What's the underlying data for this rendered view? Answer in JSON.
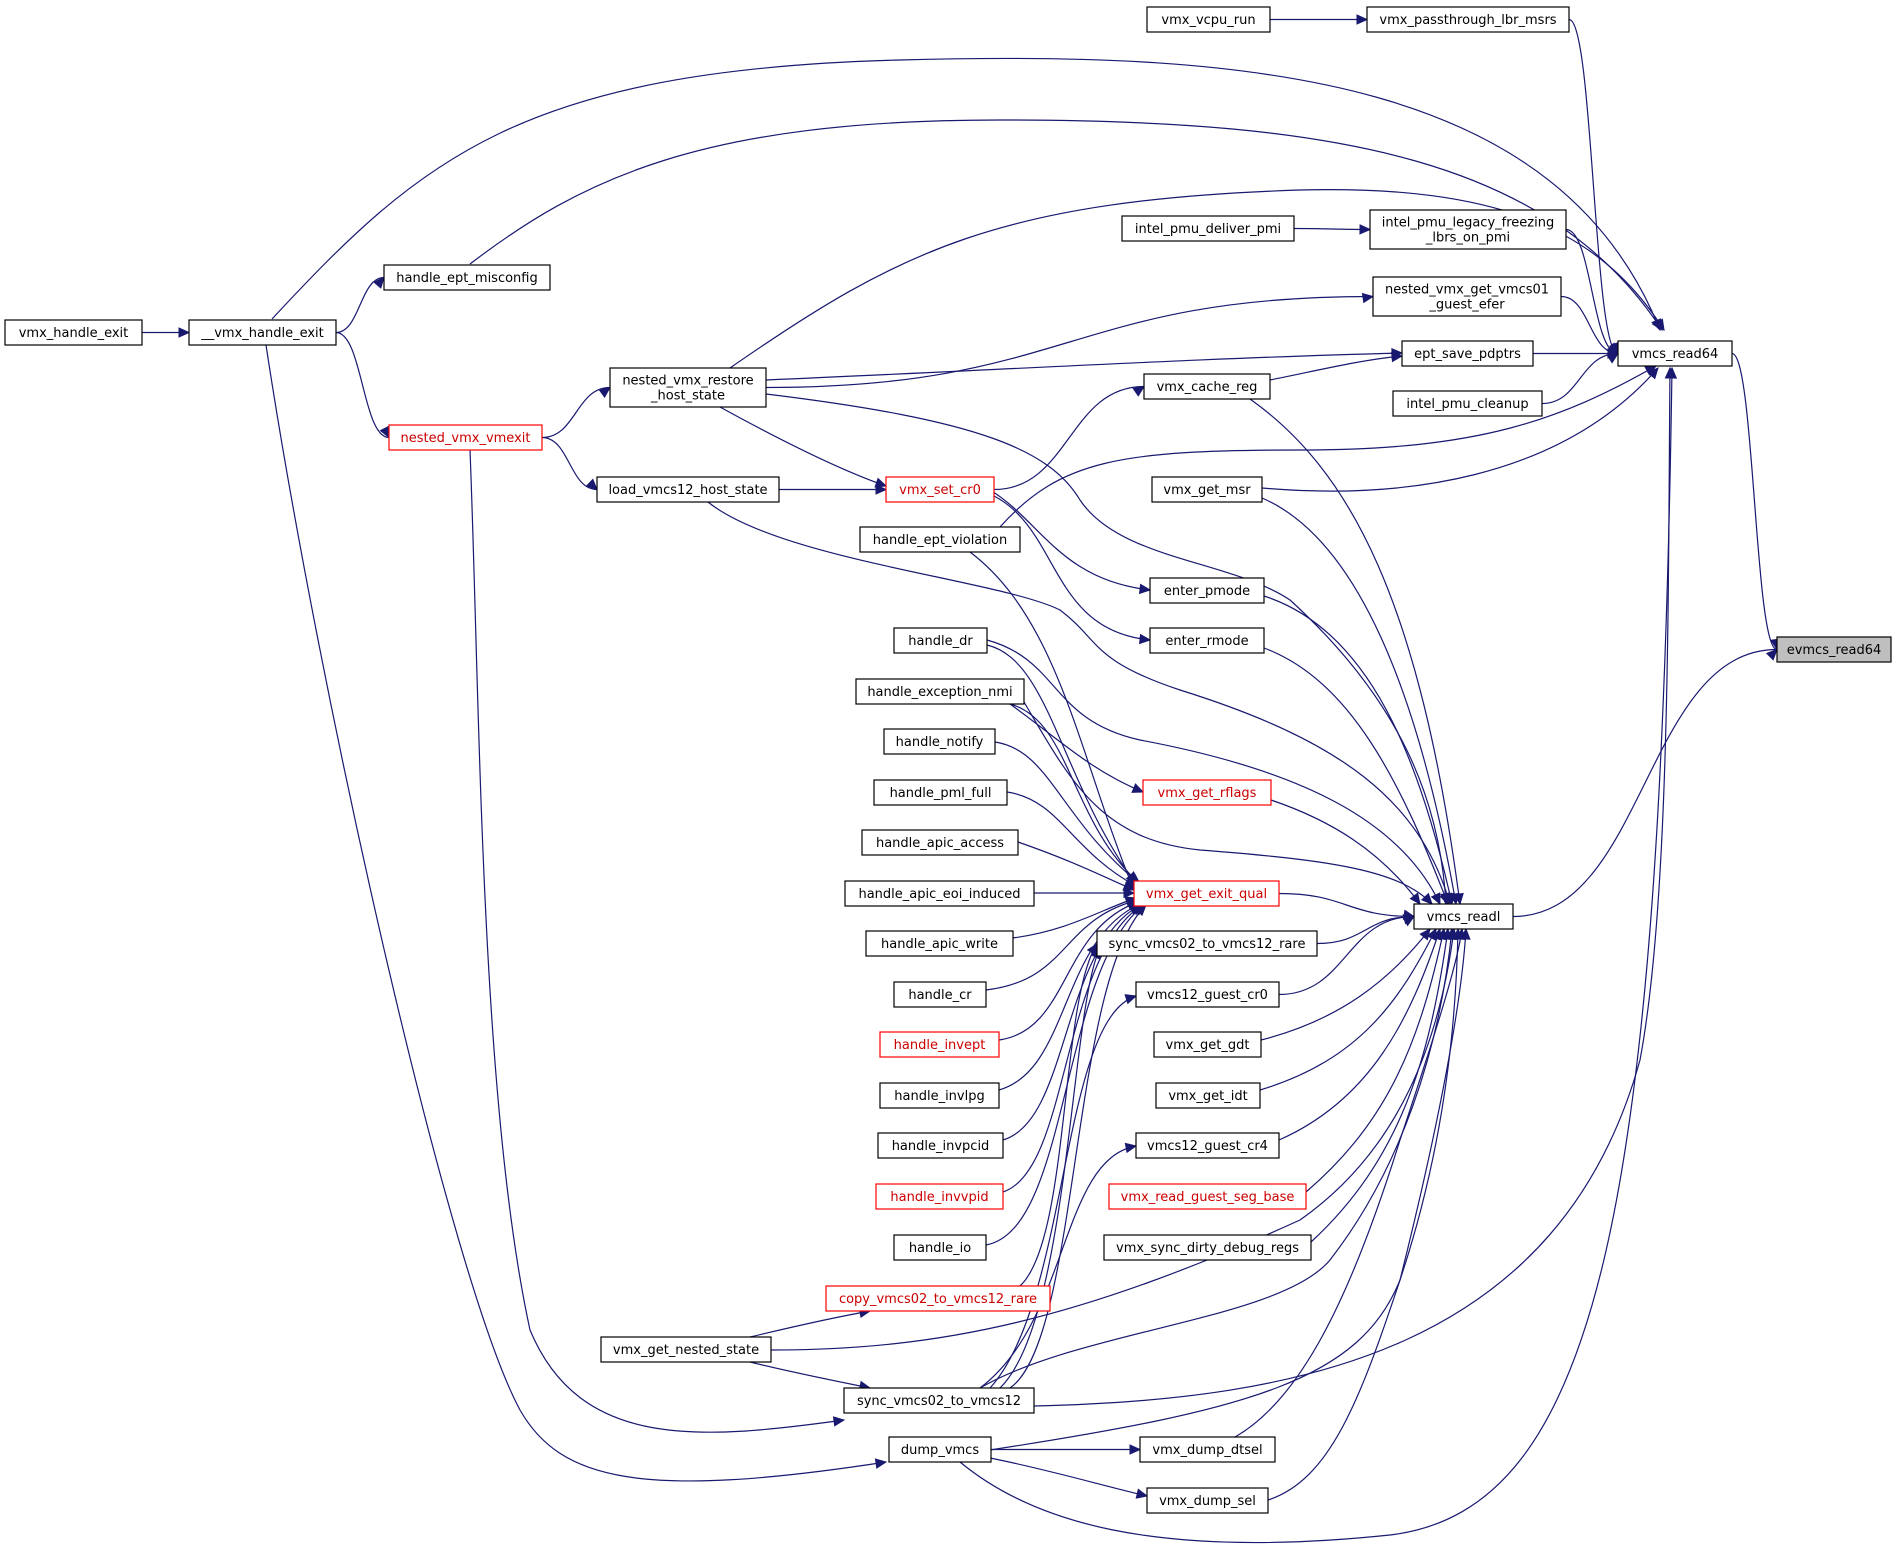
{
  "graph": {
    "colors": {
      "node_border": "#000000",
      "node_border_incomplete": "#ff0000",
      "focus_node_fill": "#bfbfbf",
      "edge": "#191970"
    },
    "nodes": [
      {
        "id": "evmcs_read64",
        "label": [
          "evmcs_read64"
        ],
        "style": "focus"
      },
      {
        "id": "vmcs_read64",
        "label": [
          "vmcs_read64"
        ],
        "style": "normal"
      },
      {
        "id": "vmcs_readl",
        "label": [
          "vmcs_readl"
        ],
        "style": "normal"
      },
      {
        "id": "vmx_passthrough_lbr_msrs",
        "label": [
          "vmx_passthrough_lbr_msrs"
        ],
        "style": "normal"
      },
      {
        "id": "vmx_vcpu_run",
        "label": [
          "vmx_vcpu_run"
        ],
        "style": "normal"
      },
      {
        "id": "intel_pmu_legacy_freezing_lbrs_on_pmi",
        "label": [
          "intel_pmu_legacy_freezing",
          "_lbrs_on_pmi"
        ],
        "style": "normal"
      },
      {
        "id": "intel_pmu_deliver_pmi",
        "label": [
          "intel_pmu_deliver_pmi"
        ],
        "style": "normal"
      },
      {
        "id": "nested_vmx_get_vmcs01_guest_efer",
        "label": [
          "nested_vmx_get_vmcs01",
          "_guest_efer"
        ],
        "style": "normal"
      },
      {
        "id": "ept_save_pdptrs",
        "label": [
          "ept_save_pdptrs"
        ],
        "style": "normal"
      },
      {
        "id": "intel_pmu_cleanup",
        "label": [
          "intel_pmu_cleanup"
        ],
        "style": "normal"
      },
      {
        "id": "vmx_cache_reg",
        "label": [
          "vmx_cache_reg"
        ],
        "style": "normal"
      },
      {
        "id": "nested_vmx_restore_host_state",
        "label": [
          "nested_vmx_restore",
          "_host_state"
        ],
        "style": "normal"
      },
      {
        "id": "handle_ept_misconfig",
        "label": [
          "handle_ept_misconfig"
        ],
        "style": "normal"
      },
      {
        "id": "__vmx_handle_exit",
        "label": [
          "__vmx_handle_exit"
        ],
        "style": "normal"
      },
      {
        "id": "vmx_handle_exit",
        "label": [
          "vmx_handle_exit"
        ],
        "style": "normal"
      },
      {
        "id": "nested_vmx_vmexit",
        "label": [
          "nested_vmx_vmexit"
        ],
        "style": "incomplete"
      },
      {
        "id": "load_vmcs12_host_state",
        "label": [
          "load_vmcs12_host_state"
        ],
        "style": "normal"
      },
      {
        "id": "vmx_set_cr0",
        "label": [
          "vmx_set_cr0"
        ],
        "style": "incomplete"
      },
      {
        "id": "handle_ept_violation",
        "label": [
          "handle_ept_violation"
        ],
        "style": "normal"
      },
      {
        "id": "vmx_get_msr",
        "label": [
          "vmx_get_msr"
        ],
        "style": "normal"
      },
      {
        "id": "enter_pmode",
        "label": [
          "enter_pmode"
        ],
        "style": "normal"
      },
      {
        "id": "enter_rmode",
        "label": [
          "enter_rmode"
        ],
        "style": "normal"
      },
      {
        "id": "handle_dr",
        "label": [
          "handle_dr"
        ],
        "style": "normal"
      },
      {
        "id": "handle_exception_nmi",
        "label": [
          "handle_exception_nmi"
        ],
        "style": "normal"
      },
      {
        "id": "handle_notify",
        "label": [
          "handle_notify"
        ],
        "style": "normal"
      },
      {
        "id": "vmx_get_rflags",
        "label": [
          "vmx_get_rflags"
        ],
        "style": "incomplete"
      },
      {
        "id": "handle_pml_full",
        "label": [
          "handle_pml_full"
        ],
        "style": "normal"
      },
      {
        "id": "handle_apic_access",
        "label": [
          "handle_apic_access"
        ],
        "style": "normal"
      },
      {
        "id": "handle_apic_eoi_induced",
        "label": [
          "handle_apic_eoi_induced"
        ],
        "style": "normal"
      },
      {
        "id": "vmx_get_exit_qual",
        "label": [
          "vmx_get_exit_qual"
        ],
        "style": "incomplete"
      },
      {
        "id": "handle_apic_write",
        "label": [
          "handle_apic_write"
        ],
        "style": "normal"
      },
      {
        "id": "sync_vmcs02_to_vmcs12_rare",
        "label": [
          "sync_vmcs02_to_vmcs12_rare"
        ],
        "style": "normal"
      },
      {
        "id": "handle_cr",
        "label": [
          "handle_cr"
        ],
        "style": "normal"
      },
      {
        "id": "vmcs12_guest_cr0",
        "label": [
          "vmcs12_guest_cr0"
        ],
        "style": "normal"
      },
      {
        "id": "handle_invept",
        "label": [
          "handle_invept"
        ],
        "style": "incomplete"
      },
      {
        "id": "vmx_get_gdt",
        "label": [
          "vmx_get_gdt"
        ],
        "style": "normal"
      },
      {
        "id": "handle_invlpg",
        "label": [
          "handle_invlpg"
        ],
        "style": "normal"
      },
      {
        "id": "vmx_get_idt",
        "label": [
          "vmx_get_idt"
        ],
        "style": "normal"
      },
      {
        "id": "handle_invpcid",
        "label": [
          "handle_invpcid"
        ],
        "style": "normal"
      },
      {
        "id": "vmcs12_guest_cr4",
        "label": [
          "vmcs12_guest_cr4"
        ],
        "style": "normal"
      },
      {
        "id": "handle_invvpid",
        "label": [
          "handle_invvpid"
        ],
        "style": "incomplete"
      },
      {
        "id": "vmx_read_guest_seg_base",
        "label": [
          "vmx_read_guest_seg_base"
        ],
        "style": "incomplete"
      },
      {
        "id": "handle_io",
        "label": [
          "handle_io"
        ],
        "style": "normal"
      },
      {
        "id": "vmx_sync_dirty_debug_regs",
        "label": [
          "vmx_sync_dirty_debug_regs"
        ],
        "style": "normal"
      },
      {
        "id": "copy_vmcs02_to_vmcs12_rare",
        "label": [
          "copy_vmcs02_to_vmcs12_rare"
        ],
        "style": "incomplete"
      },
      {
        "id": "vmx_get_nested_state",
        "label": [
          "vmx_get_nested_state"
        ],
        "style": "normal"
      },
      {
        "id": "sync_vmcs02_to_vmcs12",
        "label": [
          "sync_vmcs02_to_vmcs12"
        ],
        "style": "normal"
      },
      {
        "id": "dump_vmcs",
        "label": [
          "dump_vmcs"
        ],
        "style": "normal"
      },
      {
        "id": "vmx_dump_dtsel",
        "label": [
          "vmx_dump_dtsel"
        ],
        "style": "normal"
      },
      {
        "id": "vmx_dump_sel",
        "label": [
          "vmx_dump_sel"
        ],
        "style": "normal"
      }
    ],
    "edges": [
      {
        "from": "vmcs_read64",
        "to": "evmcs_read64"
      },
      {
        "from": "vmcs_readl",
        "to": "evmcs_read64"
      },
      {
        "from": "vmx_passthrough_lbr_msrs",
        "to": "vmcs_read64"
      },
      {
        "from": "vmx_vcpu_run",
        "to": "vmx_passthrough_lbr_msrs"
      },
      {
        "from": "__vmx_handle_exit",
        "to": "vmcs_read64"
      },
      {
        "from": "handle_ept_misconfig",
        "to": "vmcs_read64"
      },
      {
        "from": "nested_vmx_restore_host_state",
        "to": "vmcs_read64"
      },
      {
        "from": "intel_pmu_legacy_freezing_lbrs_on_pmi",
        "to": "vmcs_read64"
      },
      {
        "from": "intel_pmu_deliver_pmi",
        "to": "intel_pmu_legacy_freezing_lbrs_on_pmi"
      },
      {
        "from": "nested_vmx_get_vmcs01_guest_efer",
        "to": "vmcs_read64"
      },
      {
        "from": "nested_vmx_restore_host_state",
        "to": "nested_vmx_get_vmcs01_guest_efer"
      },
      {
        "from": "ept_save_pdptrs",
        "to": "vmcs_read64"
      },
      {
        "from": "nested_vmx_restore_host_state",
        "to": "ept_save_pdptrs"
      },
      {
        "from": "vmx_cache_reg",
        "to": "ept_save_pdptrs"
      },
      {
        "from": "intel_pmu_cleanup",
        "to": "vmcs_read64"
      },
      {
        "from": "handle_ept_violation",
        "to": "vmcs_read64"
      },
      {
        "from": "vmx_get_msr",
        "to": "vmcs_read64"
      },
      {
        "from": "dump_vmcs",
        "to": "vmcs_read64"
      },
      {
        "from": "sync_vmcs02_to_vmcs12",
        "to": "vmcs_read64"
      },
      {
        "from": "vmx_handle_exit",
        "to": "__vmx_handle_exit"
      },
      {
        "from": "__vmx_handle_exit",
        "to": "handle_ept_misconfig"
      },
      {
        "from": "__vmx_handle_exit",
        "to": "nested_vmx_vmexit"
      },
      {
        "from": "__vmx_handle_exit",
        "to": "dump_vmcs"
      },
      {
        "from": "nested_vmx_vmexit",
        "to": "nested_vmx_restore_host_state"
      },
      {
        "from": "nested_vmx_vmexit",
        "to": "load_vmcs12_host_state"
      },
      {
        "from": "nested_vmx_vmexit",
        "to": "sync_vmcs02_to_vmcs12"
      },
      {
        "from": "nested_vmx_restore_host_state",
        "to": "vmx_set_cr0"
      },
      {
        "from": "load_vmcs12_host_state",
        "to": "vmx_set_cr0"
      },
      {
        "from": "vmx_set_cr0",
        "to": "vmx_cache_reg"
      },
      {
        "from": "vmx_set_cr0",
        "to": "enter_pmode"
      },
      {
        "from": "vmx_set_cr0",
        "to": "enter_rmode"
      },
      {
        "from": "vmx_cache_reg",
        "to": "vmcs_readl"
      },
      {
        "from": "nested_vmx_restore_host_state",
        "to": "vmcs_readl"
      },
      {
        "from": "load_vmcs12_host_state",
        "to": "vmcs_readl"
      },
      {
        "from": "vmx_get_msr",
        "to": "vmcs_readl"
      },
      {
        "from": "enter_pmode",
        "to": "vmcs_readl"
      },
      {
        "from": "enter_rmode",
        "to": "vmcs_readl"
      },
      {
        "from": "handle_dr",
        "to": "vmcs_readl"
      },
      {
        "from": "handle_exception_nmi",
        "to": "vmcs_readl"
      },
      {
        "from": "vmx_get_rflags",
        "to": "vmcs_readl"
      },
      {
        "from": "vmx_get_exit_qual",
        "to": "vmcs_readl"
      },
      {
        "from": "sync_vmcs02_to_vmcs12_rare",
        "to": "vmcs_readl"
      },
      {
        "from": "vmcs12_guest_cr0",
        "to": "vmcs_readl"
      },
      {
        "from": "vmx_get_gdt",
        "to": "vmcs_readl"
      },
      {
        "from": "vmx_get_idt",
        "to": "vmcs_readl"
      },
      {
        "from": "vmcs12_guest_cr4",
        "to": "vmcs_readl"
      },
      {
        "from": "vmx_read_guest_seg_base",
        "to": "vmcs_readl"
      },
      {
        "from": "vmx_sync_dirty_debug_regs",
        "to": "vmcs_readl"
      },
      {
        "from": "sync_vmcs02_to_vmcs12",
        "to": "vmcs_readl"
      },
      {
        "from": "vmx_get_nested_state",
        "to": "vmcs_readl"
      },
      {
        "from": "dump_vmcs",
        "to": "vmcs_readl"
      },
      {
        "from": "vmx_dump_dtsel",
        "to": "vmcs_readl"
      },
      {
        "from": "vmx_dump_sel",
        "to": "vmcs_readl"
      },
      {
        "from": "handle_exception_nmi",
        "to": "vmx_get_rflags"
      },
      {
        "from": "handle_ept_violation",
        "to": "vmx_get_exit_qual"
      },
      {
        "from": "handle_dr",
        "to": "vmx_get_exit_qual"
      },
      {
        "from": "handle_exception_nmi",
        "to": "vmx_get_exit_qual"
      },
      {
        "from": "handle_notify",
        "to": "vmx_get_exit_qual"
      },
      {
        "from": "handle_pml_full",
        "to": "vmx_get_exit_qual"
      },
      {
        "from": "handle_apic_access",
        "to": "vmx_get_exit_qual"
      },
      {
        "from": "handle_apic_eoi_induced",
        "to": "vmx_get_exit_qual"
      },
      {
        "from": "handle_apic_write",
        "to": "vmx_get_exit_qual"
      },
      {
        "from": "handle_cr",
        "to": "vmx_get_exit_qual"
      },
      {
        "from": "handle_invept",
        "to": "vmx_get_exit_qual"
      },
      {
        "from": "handle_invlpg",
        "to": "vmx_get_exit_qual"
      },
      {
        "from": "handle_invpcid",
        "to": "vmx_get_exit_qual"
      },
      {
        "from": "handle_invvpid",
        "to": "vmx_get_exit_qual"
      },
      {
        "from": "handle_io",
        "to": "vmx_get_exit_qual"
      },
      {
        "from": "sync_vmcs02_to_vmcs12",
        "to": "vmx_get_exit_qual"
      },
      {
        "from": "copy_vmcs02_to_vmcs12_rare",
        "to": "sync_vmcs02_to_vmcs12_rare"
      },
      {
        "from": "sync_vmcs02_to_vmcs12",
        "to": "sync_vmcs02_to_vmcs12_rare"
      },
      {
        "from": "sync_vmcs02_to_vmcs12",
        "to": "vmcs12_guest_cr0"
      },
      {
        "from": "sync_vmcs02_to_vmcs12",
        "to": "vmcs12_guest_cr4"
      },
      {
        "from": "vmx_get_nested_state",
        "to": "copy_vmcs02_to_vmcs12_rare"
      },
      {
        "from": "vmx_get_nested_state",
        "to": "sync_vmcs02_to_vmcs12"
      },
      {
        "from": "dump_vmcs",
        "to": "vmx_dump_dtsel"
      },
      {
        "from": "dump_vmcs",
        "to": "vmx_dump_sel"
      }
    ]
  }
}
